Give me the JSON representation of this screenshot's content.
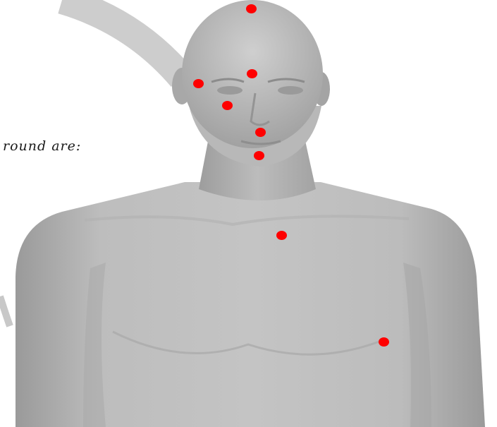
{
  "caption": "round are:",
  "marker_color": "#ff0000",
  "figure": {
    "subject": "mannequin-upper-body",
    "skin_color": "#b4b4b4",
    "arc_color": "#cccccc"
  },
  "markers": [
    {
      "name": "crown-marker"
    },
    {
      "name": "forehead-marker"
    },
    {
      "name": "temple-marker"
    },
    {
      "name": "cheek-marker"
    },
    {
      "name": "upper-lip-marker"
    },
    {
      "name": "chin-marker"
    },
    {
      "name": "sternal-marker"
    },
    {
      "name": "axilla-marker"
    }
  ]
}
